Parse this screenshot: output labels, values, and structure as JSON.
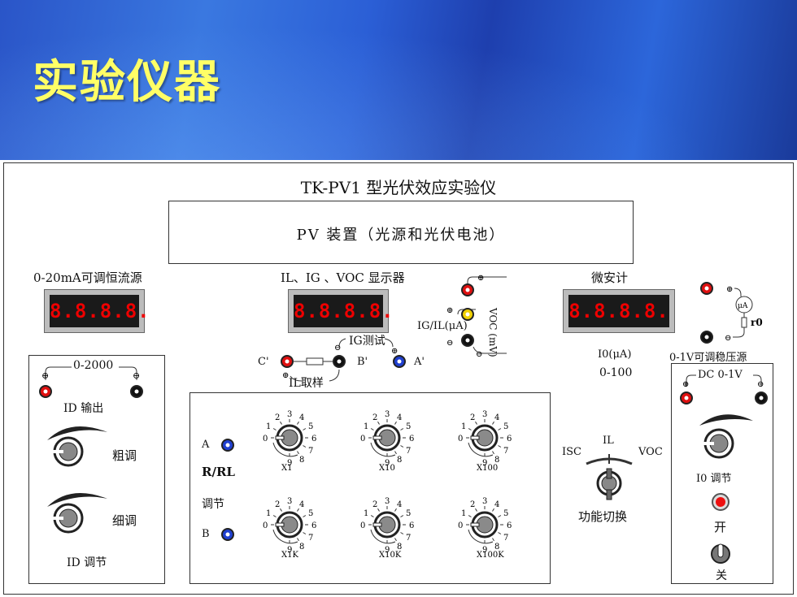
{
  "slide_title": "实验仪器",
  "instrument": {
    "name": "TK-PV1 型光伏效应实验仪",
    "pv_device": "PV 装置（光源和光伏电池）",
    "current_source": {
      "label": "0-20mA可调恒流源",
      "display": "8.8.8.8.",
      "range": "0-2000",
      "output_label": "ID 输出",
      "coarse": "粗调",
      "fine": "细调",
      "adjust_label": "ID 调节"
    },
    "main_display": {
      "label": "IL、IG 、VOC 显示器",
      "display": "8.8.8.8.",
      "ig_test": "IG测试",
      "il_sample": "IL取样",
      "c_prime": "C'",
      "b_prime": "B'",
      "a_prime": "A'",
      "ig_il": "IG/IL(μA)",
      "voc": "VOC (mV)"
    },
    "microammeter": {
      "label": "微安计",
      "display": "8.8.8.8.",
      "range_label": "I0(μA)",
      "range": "0-100",
      "ua_symbol": "μA",
      "r0": "r0"
    },
    "voltage_source": {
      "label": "0-1V可调稳压源",
      "dc": "DC 0-1V",
      "adjust_label": "I0 调节",
      "on": "开",
      "off": "关"
    },
    "resistance": {
      "a": "A",
      "b": "B",
      "r_label": "R/RL",
      "adjust": "调节",
      "knobs": [
        "X1",
        "X10",
        "X100",
        "X1K",
        "X10K",
        "X100K"
      ],
      "dial_numbers": [
        "0",
        "1",
        "2",
        "3",
        "4",
        "5",
        "6",
        "7",
        "8",
        "9"
      ]
    },
    "function_switch": {
      "label": "功能切换",
      "isc": "ISC",
      "il": "IL",
      "voc": "VOC"
    }
  },
  "colors": {
    "title_yellow": "#ffff66",
    "lcd_red": "#e00000",
    "terminal_red": "#e01010",
    "terminal_blue": "#2040d0",
    "terminal_yellow": "#f0d000"
  }
}
